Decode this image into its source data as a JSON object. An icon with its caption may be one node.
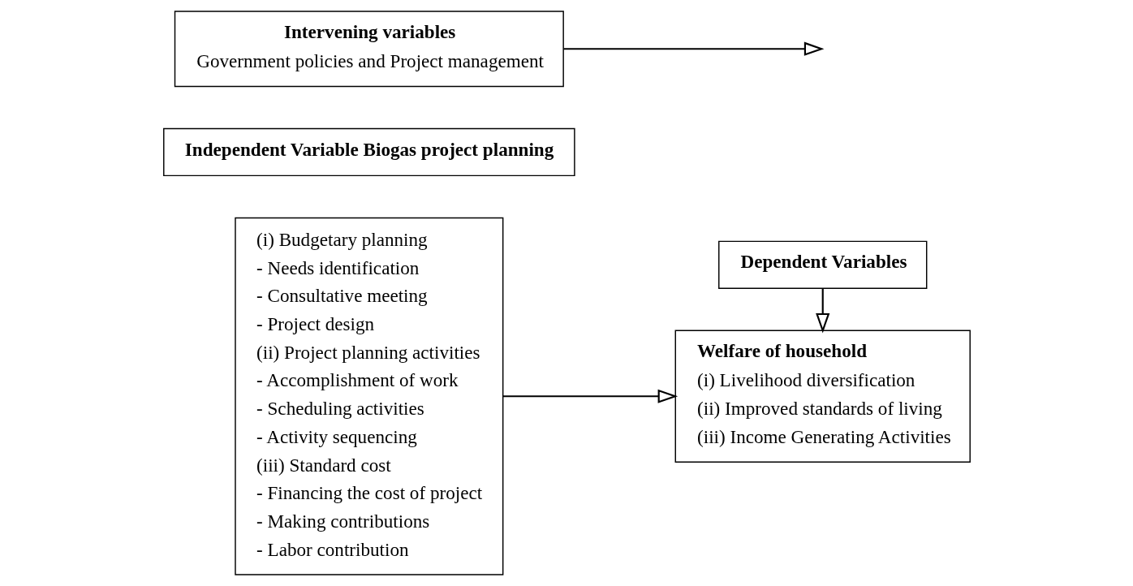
{
  "diagram": {
    "nodes": [
      {
        "text": [
          "Independent Variable Biogas project planning"
        ]
      },
      {
        "text": [
          "(i) Budgetary planning",
          "- Needs identification",
          "- Consultative meeting",
          "- Project design",
          "(ii) Project planning activities",
          "- Accomplishment of work",
          "- Scheduling activities",
          "- Activity sequencing",
          "(iii) Standard cost",
          "- Financing the cost of project",
          "- Making contributions",
          "- Labor contribution"
        ]
      },
      {
        "text": [
          "Dependent Variables"
        ]
      },
      {
        "text": [
          "Welfare of household",
          "(i) Livelihood diversification",
          "(ii) Improved standards of living",
          "(iii) Income Generating Activities"
        ]
      },
      {
        "text": [
          "Intervening variables",
          "Government policies and Project management"
        ]
      }
    ],
    "edges": [
      {
        "from": 2,
        "to": 3,
        "arrow": "to"
      },
      {
        "from": 1,
        "to": 3,
        "arrow": "to"
      },
      {
        "from": 4,
        "to": null,
        "arrow": "to"
      }
    ]
  }
}
